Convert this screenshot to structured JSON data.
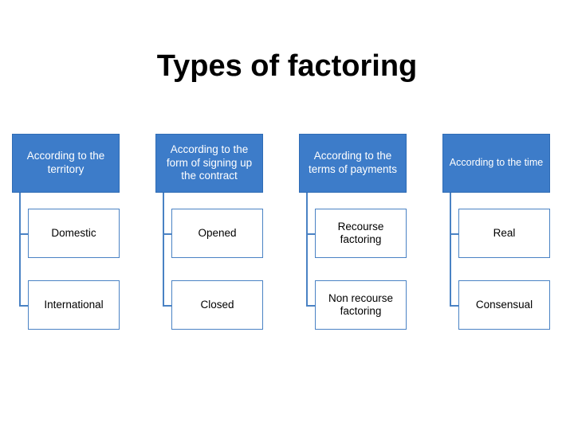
{
  "slide": {
    "title": "Types of factoring",
    "accent_color": "#3d7cc9",
    "border_color": "#4a82c4",
    "columns": [
      {
        "header": "According to the territory",
        "children": [
          "Domestic",
          "International"
        ]
      },
      {
        "header": "According to the form of signing up the contract",
        "children": [
          "Opened",
          "Closed"
        ]
      },
      {
        "header": "According to the terms of payments",
        "children": [
          "Recourse factoring",
          "Non recourse factoring"
        ]
      },
      {
        "header": "According to the time",
        "children": [
          "Real",
          "Consensual"
        ]
      }
    ]
  }
}
